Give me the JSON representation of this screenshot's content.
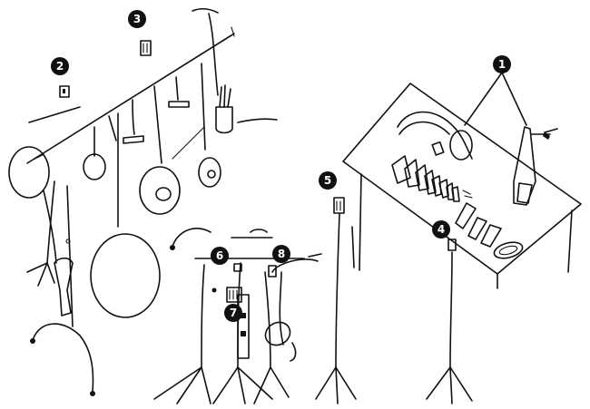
{
  "markers": [
    {
      "id": "marker-1",
      "label": "1"
    },
    {
      "id": "marker-2",
      "label": "2"
    },
    {
      "id": "marker-3",
      "label": "3"
    },
    {
      "id": "marker-4",
      "label": "4"
    },
    {
      "id": "marker-5",
      "label": "5"
    },
    {
      "id": "marker-6",
      "label": "6"
    },
    {
      "id": "marker-7",
      "label": "7"
    },
    {
      "id": "marker-8",
      "label": "8"
    }
  ],
  "colors": {
    "ink": "#111111",
    "background": "#ffffff"
  }
}
